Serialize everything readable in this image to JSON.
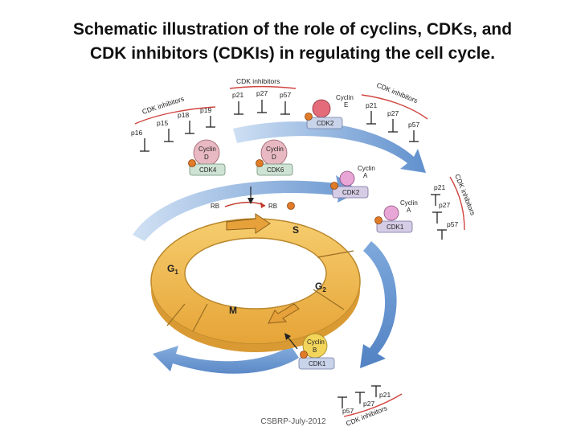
{
  "title_line1": "Schematic illustration of the role of cyclins, CDKs, and",
  "title_line2": "CDK inhibitors (CDKIs) in regulating the cell cycle.",
  "inhibitor_group_label": "CDK inhibitors",
  "inhibitors": {
    "left": [
      "p16",
      "p15",
      "p18",
      "p19"
    ],
    "top": [
      "p21",
      "p27",
      "p57"
    ],
    "right_upper": [
      "p21",
      "p27",
      "p57"
    ],
    "right_middle": [
      "p21",
      "p27",
      "p57"
    ],
    "bottom": [
      "p21",
      "p27",
      "p57"
    ]
  },
  "complexes": {
    "cyclin_d_cdk4": {
      "cyclin": "Cyclin",
      "letter": "D",
      "cdk": "CDK4"
    },
    "cyclin_d_cdk6": {
      "cyclin": "Cyclin",
      "letter": "D",
      "cdk": "CDK6"
    },
    "cyclin_e_cdk2": {
      "cyclin": "Cyclin",
      "letter": "E",
      "cdk": "CDK2"
    },
    "cyclin_a_cdk2": {
      "cyclin": "Cyclin",
      "letter": "A",
      "cdk": "CDK2"
    },
    "cyclin_a_cdk1": {
      "cyclin": "Cyclin",
      "letter": "A",
      "cdk": "CDK1"
    },
    "cyclin_b_cdk1": {
      "cyclin": "Cyclin",
      "letter": "B",
      "cdk": "CDK1"
    }
  },
  "rb": {
    "unphos": "RB",
    "phos": "RB"
  },
  "phases": {
    "g1": "G",
    "g1_sub": "1",
    "s": "S",
    "g2": "G",
    "g2_sub": "2",
    "m": "M"
  },
  "footer": "CSBRP-July-2012",
  "colors": {
    "arrow_blue": "#5b8fcf",
    "ring_orange": "#f0b84c",
    "ring_dark": "#b9872c",
    "cdk_green": "#cfe3d4",
    "cdk_blue": "#c9d3ea",
    "cdk_purple": "#d5cde6",
    "cyclin_pink": "#e8b9c2",
    "phosphate": "#e07b28",
    "inhibitor_red": "#d0443f"
  }
}
